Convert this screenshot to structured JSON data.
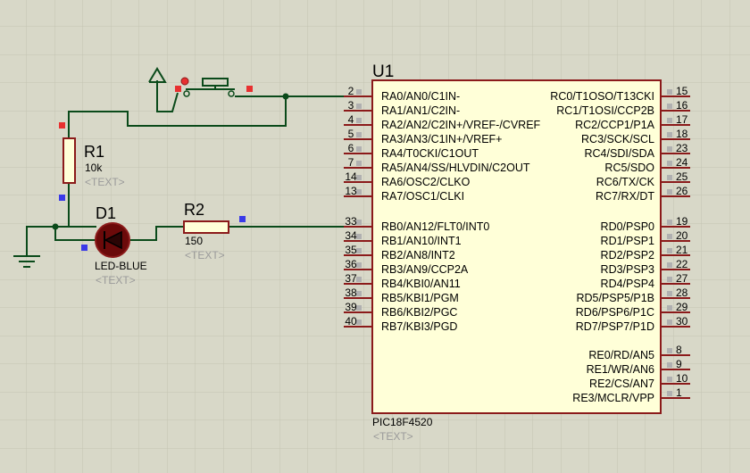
{
  "colors": {
    "background": "#d8d8c8",
    "grid": "#c4c4b2",
    "wire": "#0a4a1a",
    "component": "#8b1a1a",
    "chip_fill": "#ffffd8",
    "pin_marker": "#b0b0b0",
    "terminal_red": "#e83030",
    "terminal_blue": "#3a3ae8"
  },
  "chip": {
    "ref": "U1",
    "part": "PIC18F4520",
    "text_placeholder": "<TEXT>",
    "left_pins": [
      {
        "num": "2",
        "name": "RA0/AN0/C1IN-"
      },
      {
        "num": "3",
        "name": "RA1/AN1/C2IN-"
      },
      {
        "num": "4",
        "name": "RA2/AN2/C2IN+/VREF-/CVREF"
      },
      {
        "num": "5",
        "name": "RA3/AN3/C1IN+/VREF+"
      },
      {
        "num": "6",
        "name": "RA4/T0CKI/C1OUT"
      },
      {
        "num": "7",
        "name": "RA5/AN4/SS/HLVDIN/C2OUT"
      },
      {
        "num": "14",
        "name": "RA6/OSC2/CLKO"
      },
      {
        "num": "13",
        "name": "RA7/OSC1/CLKI"
      },
      {
        "num": "33",
        "name": "RB0/AN12/FLT0/INT0"
      },
      {
        "num": "34",
        "name": "RB1/AN10/INT1"
      },
      {
        "num": "35",
        "name": "RB2/AN8/INT2"
      },
      {
        "num": "36",
        "name": "RB3/AN9/CCP2A"
      },
      {
        "num": "37",
        "name": "RB4/KBI0/AN11"
      },
      {
        "num": "38",
        "name": "RB5/KBI1/PGM"
      },
      {
        "num": "39",
        "name": "RB6/KBI2/PGC"
      },
      {
        "num": "40",
        "name": "RB7/KBI3/PGD"
      }
    ],
    "right_pins": [
      {
        "num": "15",
        "name": "RC0/T1OSO/T13CKI"
      },
      {
        "num": "16",
        "name": "RC1/T1OSI/CCP2B"
      },
      {
        "num": "17",
        "name": "RC2/CCP1/P1A"
      },
      {
        "num": "18",
        "name": "RC3/SCK/SCL"
      },
      {
        "num": "23",
        "name": "RC4/SDI/SDA"
      },
      {
        "num": "24",
        "name": "RC5/SDO"
      },
      {
        "num": "25",
        "name": "RC6/TX/CK"
      },
      {
        "num": "26",
        "name": "RC7/RX/DT"
      },
      {
        "num": "19",
        "name": "RD0/PSP0"
      },
      {
        "num": "20",
        "name": "RD1/PSP1"
      },
      {
        "num": "21",
        "name": "RD2/PSP2"
      },
      {
        "num": "22",
        "name": "RD3/PSP3"
      },
      {
        "num": "27",
        "name": "RD4/PSP4"
      },
      {
        "num": "28",
        "name": "RD5/PSP5/P1B"
      },
      {
        "num": "29",
        "name": "RD6/PSP6/P1C"
      },
      {
        "num": "30",
        "name": "RD7/PSP7/P1D"
      },
      {
        "num": "8",
        "name": "RE0/RD/AN5"
      },
      {
        "num": "9",
        "name": "RE1/WR/AN6"
      },
      {
        "num": "10",
        "name": "RE2/CS/AN7"
      },
      {
        "num": "1",
        "name": "RE3/MCLR/VPP"
      }
    ]
  },
  "r1": {
    "ref": "R1",
    "value": "10k",
    "text_placeholder": "<TEXT>"
  },
  "r2": {
    "ref": "R2",
    "value": "150",
    "text_placeholder": "<TEXT>"
  },
  "d1": {
    "ref": "D1",
    "value": "LED-BLUE",
    "text_placeholder": "<TEXT>"
  }
}
